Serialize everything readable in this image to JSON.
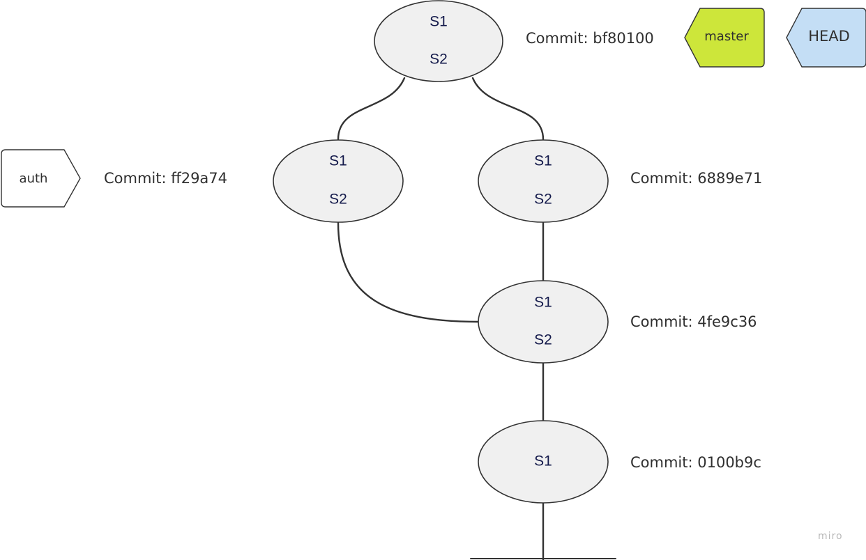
{
  "diagram": {
    "nodes": [
      {
        "id": "n-top",
        "states": [
          "S1",
          "S2"
        ],
        "commit": "Commit: bf80100"
      },
      {
        "id": "n-left",
        "states": [
          "S1",
          "S2"
        ],
        "commit": "Commit: ff29a74"
      },
      {
        "id": "n-right",
        "states": [
          "S1",
          "S2"
        ],
        "commit": "Commit: 6889e71"
      },
      {
        "id": "n-merge",
        "states": [
          "S1",
          "S2"
        ],
        "commit": "Commit: 4fe9c36"
      },
      {
        "id": "n-base",
        "states": [
          "S1"
        ],
        "commit": "Commit: 0100b9c"
      }
    ],
    "refs": {
      "master": {
        "label": "master",
        "fill": "#cde63a"
      },
      "head": {
        "label": "HEAD",
        "fill": "#c4def5"
      },
      "auth": {
        "label": "auth",
        "fill": "#ffffff"
      }
    },
    "node_fill": "#f0f0f0",
    "node_stroke": "#333333",
    "edge_color": "#333333"
  },
  "watermark": "miro"
}
